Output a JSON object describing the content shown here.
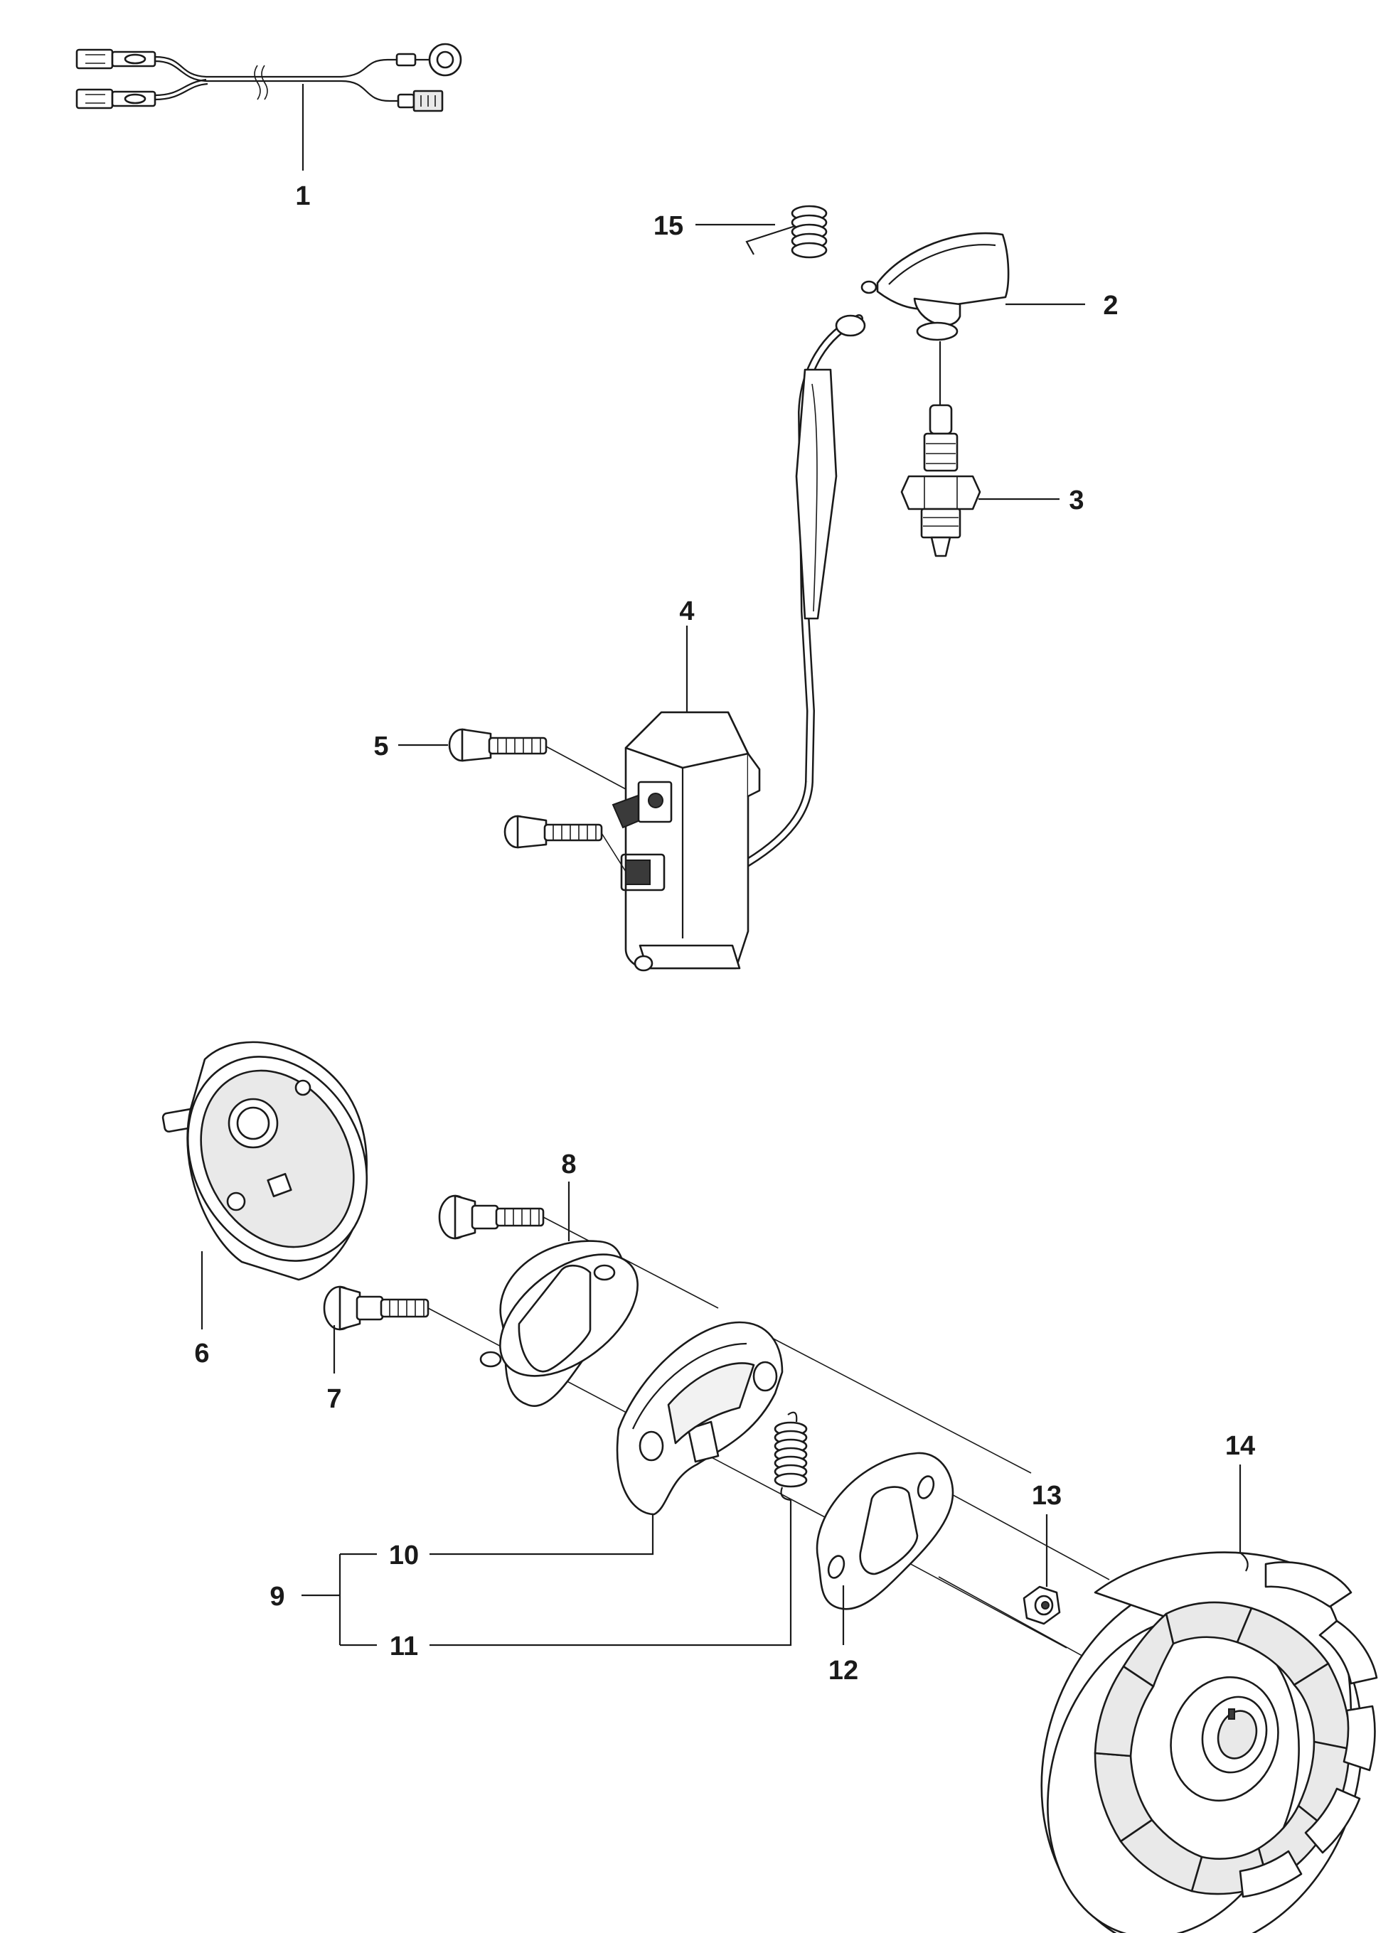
{
  "callouts": [
    {
      "id": "1",
      "label": "1"
    },
    {
      "id": "2",
      "label": "2"
    },
    {
      "id": "3",
      "label": "3"
    },
    {
      "id": "4",
      "label": "4"
    },
    {
      "id": "5",
      "label": "5"
    },
    {
      "id": "6",
      "label": "6"
    },
    {
      "id": "7",
      "label": "7"
    },
    {
      "id": "8",
      "label": "8"
    },
    {
      "id": "9",
      "label": "9"
    },
    {
      "id": "10",
      "label": "10"
    },
    {
      "id": "11",
      "label": "11"
    },
    {
      "id": "12",
      "label": "12"
    },
    {
      "id": "13",
      "label": "13"
    },
    {
      "id": "14",
      "label": "14"
    },
    {
      "id": "15",
      "label": "15"
    }
  ],
  "parts": [
    {
      "ref": "1",
      "icon": "wiring-harness-icon"
    },
    {
      "ref": "2",
      "icon": "spark-plug-cap-icon"
    },
    {
      "ref": "3",
      "icon": "spark-plug-icon"
    },
    {
      "ref": "4",
      "icon": "ignition-module-icon"
    },
    {
      "ref": "5",
      "icon": "screw-icon"
    },
    {
      "ref": "6",
      "icon": "clutch-drum-icon"
    },
    {
      "ref": "7",
      "icon": "shoulder-screw-icon"
    },
    {
      "ref": "8",
      "icon": "washer-plate-icon"
    },
    {
      "ref": "9",
      "icon": "clutch-assembly-icon"
    },
    {
      "ref": "10",
      "icon": "clutch-shoe-icon"
    },
    {
      "ref": "11",
      "icon": "clutch-spring-icon"
    },
    {
      "ref": "12",
      "icon": "washer-plate-icon"
    },
    {
      "ref": "13",
      "icon": "nut-icon"
    },
    {
      "ref": "14",
      "icon": "flywheel-icon"
    },
    {
      "ref": "15",
      "icon": "torsion-spring-icon"
    }
  ],
  "colors": {
    "line": "#1a1a1a",
    "background": "#ffffff"
  }
}
